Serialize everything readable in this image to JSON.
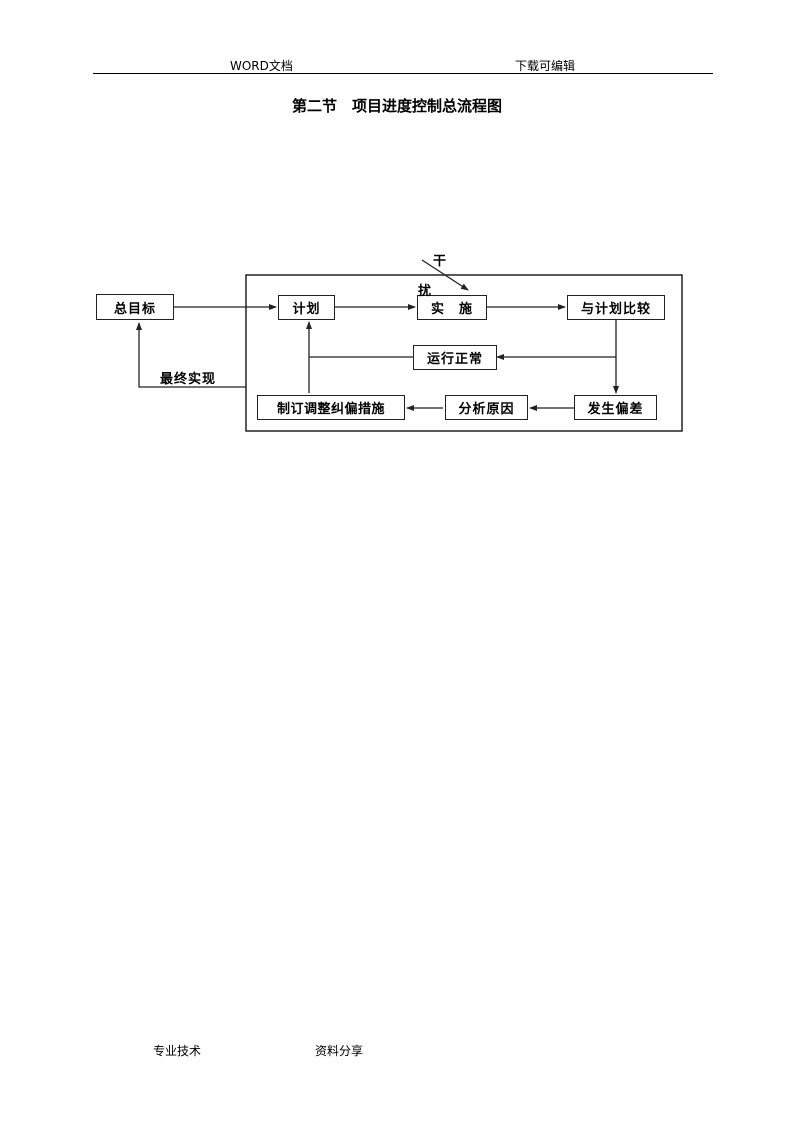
{
  "header": {
    "left": "WORD文档",
    "right": "下载可编辑"
  },
  "title": "第二节　项目进度控制总流程图",
  "diagram": {
    "nodes": {
      "goal": "总目标",
      "plan": "计划",
      "implement": "实　施",
      "compare": "与计划比较",
      "normal": "运行正常",
      "deviation": "发生偏差",
      "analyze": "分析原因",
      "measures": "制订调整纠偏措施"
    },
    "labels": {
      "interference_1": "干",
      "interference_2": "扰",
      "final": "最终实现"
    }
  },
  "footer": {
    "left": "专业技术",
    "right": "资料分享"
  }
}
